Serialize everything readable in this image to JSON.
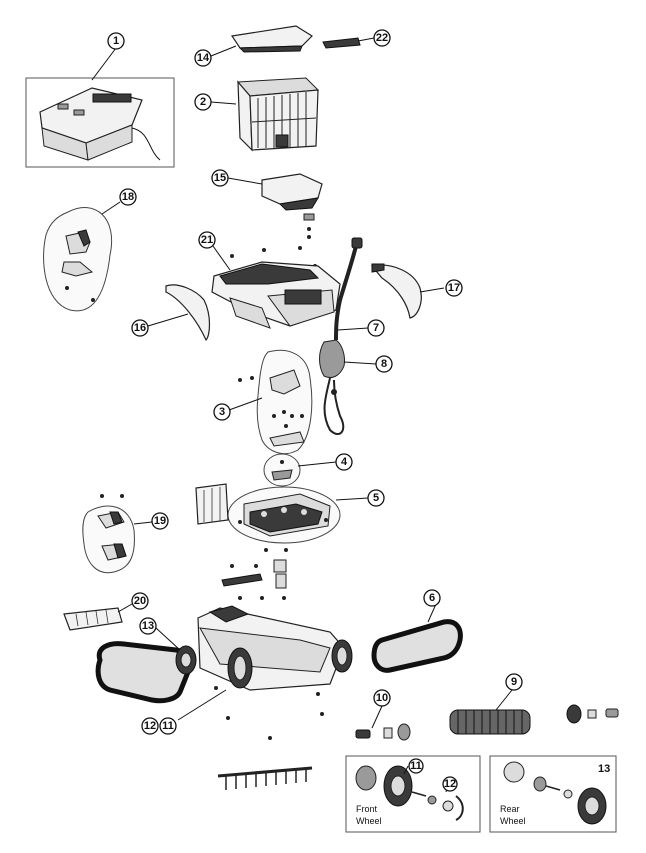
{
  "callouts": {
    "c1": "1",
    "c2": "2",
    "c3": "3",
    "c4": "4",
    "c5": "5",
    "c6": "6",
    "c7": "7",
    "c8": "8",
    "c9": "9",
    "c10": "10",
    "c11": "11",
    "c12": "12",
    "c13": "13",
    "c14": "14",
    "c15": "15",
    "c16": "16",
    "c17": "17",
    "c18": "18",
    "c19": "19",
    "c20": "20",
    "c21": "21",
    "c22": "22",
    "c11b": "11",
    "c12b": "12"
  },
  "insets": {
    "front": {
      "line1": "Front",
      "line2": "Wheel",
      "c11": "11",
      "c12": "12"
    },
    "rear": {
      "line1": "Rear",
      "line2": "Wheel",
      "number": "13"
    }
  }
}
